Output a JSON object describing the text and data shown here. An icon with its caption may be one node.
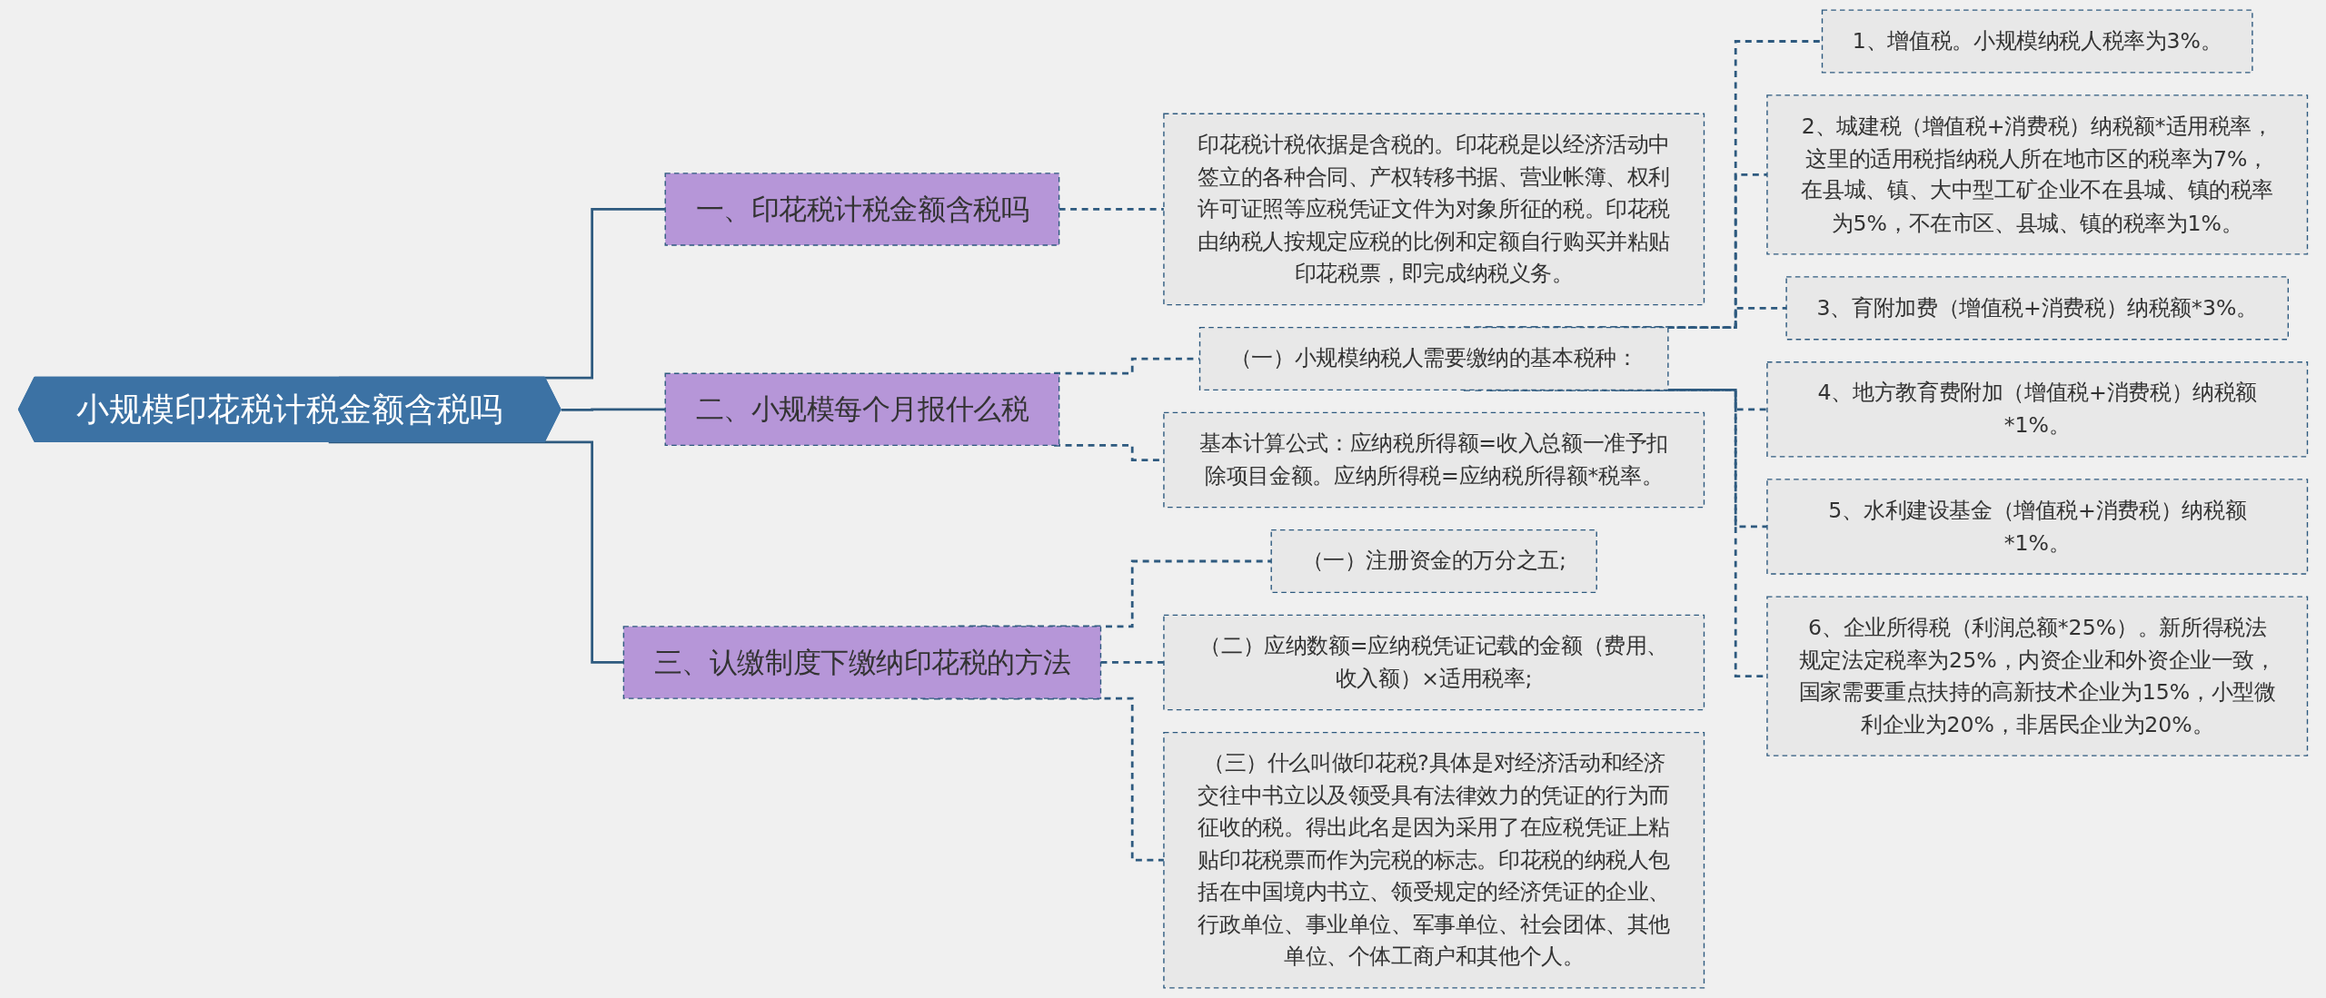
{
  "diagram": {
    "nodes": [
      {
        "text": [
          "小规模印花税计税金额含税吗"
        ]
      },
      {
        "text": [
          "一、印花税计税金额含税吗"
        ]
      },
      {
        "text": [
          "印花税计税依据是含税的。印花税是以经济活动中签立的各种合同、产权转移书据、营业帐簿、权利许可证照等应税凭证文件为对象所征的税。印花税由纳税人按规定应税的比例和定额自行购买并粘贴印花税票，即完成纳税义务。"
        ]
      },
      {
        "text": [
          "二、小规模每个月报什么税"
        ]
      },
      {
        "text": [
          "（一）小规模纳税人需要缴纳的基本税种："
        ]
      },
      {
        "text": [
          "1、增值税。小规模纳税人税率为3%。"
        ]
      },
      {
        "text": [
          "2、城建税（增值税+消费税）纳税额*适用税率，这里的适用税指纳税人所在地市区的税率为7%，在县城、镇、大中型工矿企业不在县城、镇的税率为5%，不在市区、县城、镇的税率为1%。"
        ]
      },
      {
        "text": [
          "3、育附加费（增值税+消费税）纳税额*3%。"
        ]
      },
      {
        "text": [
          "4、地方教育费附加（增值税+消费税）纳税额*1%。"
        ]
      },
      {
        "text": [
          "5、水利建设基金（增值税+消费税）纳税额*1%。"
        ]
      },
      {
        "text": [
          "6、企业所得税（利润总额*25%）。新所得税法规定法定税率为25%，内资企业和外资企业一致，国家需要重点扶持的高新技术企业为15%，小型微利企业为20%，非居民企业为20%。"
        ]
      },
      {
        "text": [
          "基本计算公式：应纳税所得额=收入总额一准予扣除项目金额。应纳所得税=应纳税所得额*税率。"
        ]
      },
      {
        "text": [
          "三、认缴制度下缴纳印花税的方法"
        ]
      },
      {
        "text": [
          "（一）注册资金的万分之五;"
        ]
      },
      {
        "text": [
          "（二）应纳数额=应纳税凭证记载的金额（费用、收入额）×适用税率;"
        ]
      },
      {
        "text": [
          "（三）什么叫做印花税?具体是对经济活动和经济交往中书立以及领受具有法律效力的凭证的行为而征收的税。得出此名是因为采用了在应税凭证上粘贴印花税票而作为完税的标志。印花税的纳税人包括在中国境内书立、领受规定的经济凭证的企业、行政单位、事业单位、军事单位、社会团体、其他单位、个体工商户和其他个人。"
        ]
      }
    ],
    "edges": [
      {
        "from": 0,
        "to": 1,
        "arrow": "none"
      },
      {
        "from": 1,
        "to": 2,
        "arrow": "none",
        "style": "dashed"
      },
      {
        "from": 0,
        "to": 3,
        "arrow": "none"
      },
      {
        "from": 3,
        "to": 4,
        "arrow": "none",
        "style": "dashed"
      },
      {
        "from": 4,
        "to": 5,
        "arrow": "none",
        "style": "dashed"
      },
      {
        "from": 4,
        "to": 6,
        "arrow": "none",
        "style": "dashed"
      },
      {
        "from": 4,
        "to": 7,
        "arrow": "none",
        "style": "dashed"
      },
      {
        "from": 4,
        "to": 8,
        "arrow": "none",
        "style": "dashed"
      },
      {
        "from": 4,
        "to": 9,
        "arrow": "none",
        "style": "dashed"
      },
      {
        "from": 4,
        "to": 10,
        "arrow": "none",
        "style": "dashed"
      },
      {
        "from": 3,
        "to": 11,
        "arrow": "none",
        "style": "dashed"
      },
      {
        "from": 0,
        "to": 12,
        "arrow": "none"
      },
      {
        "from": 12,
        "to": 13,
        "arrow": "none",
        "style": "dashed"
      },
      {
        "from": 12,
        "to": 14,
        "arrow": "none",
        "style": "dashed"
      },
      {
        "from": 12,
        "to": 15,
        "arrow": "none",
        "style": "dashed"
      }
    ]
  }
}
